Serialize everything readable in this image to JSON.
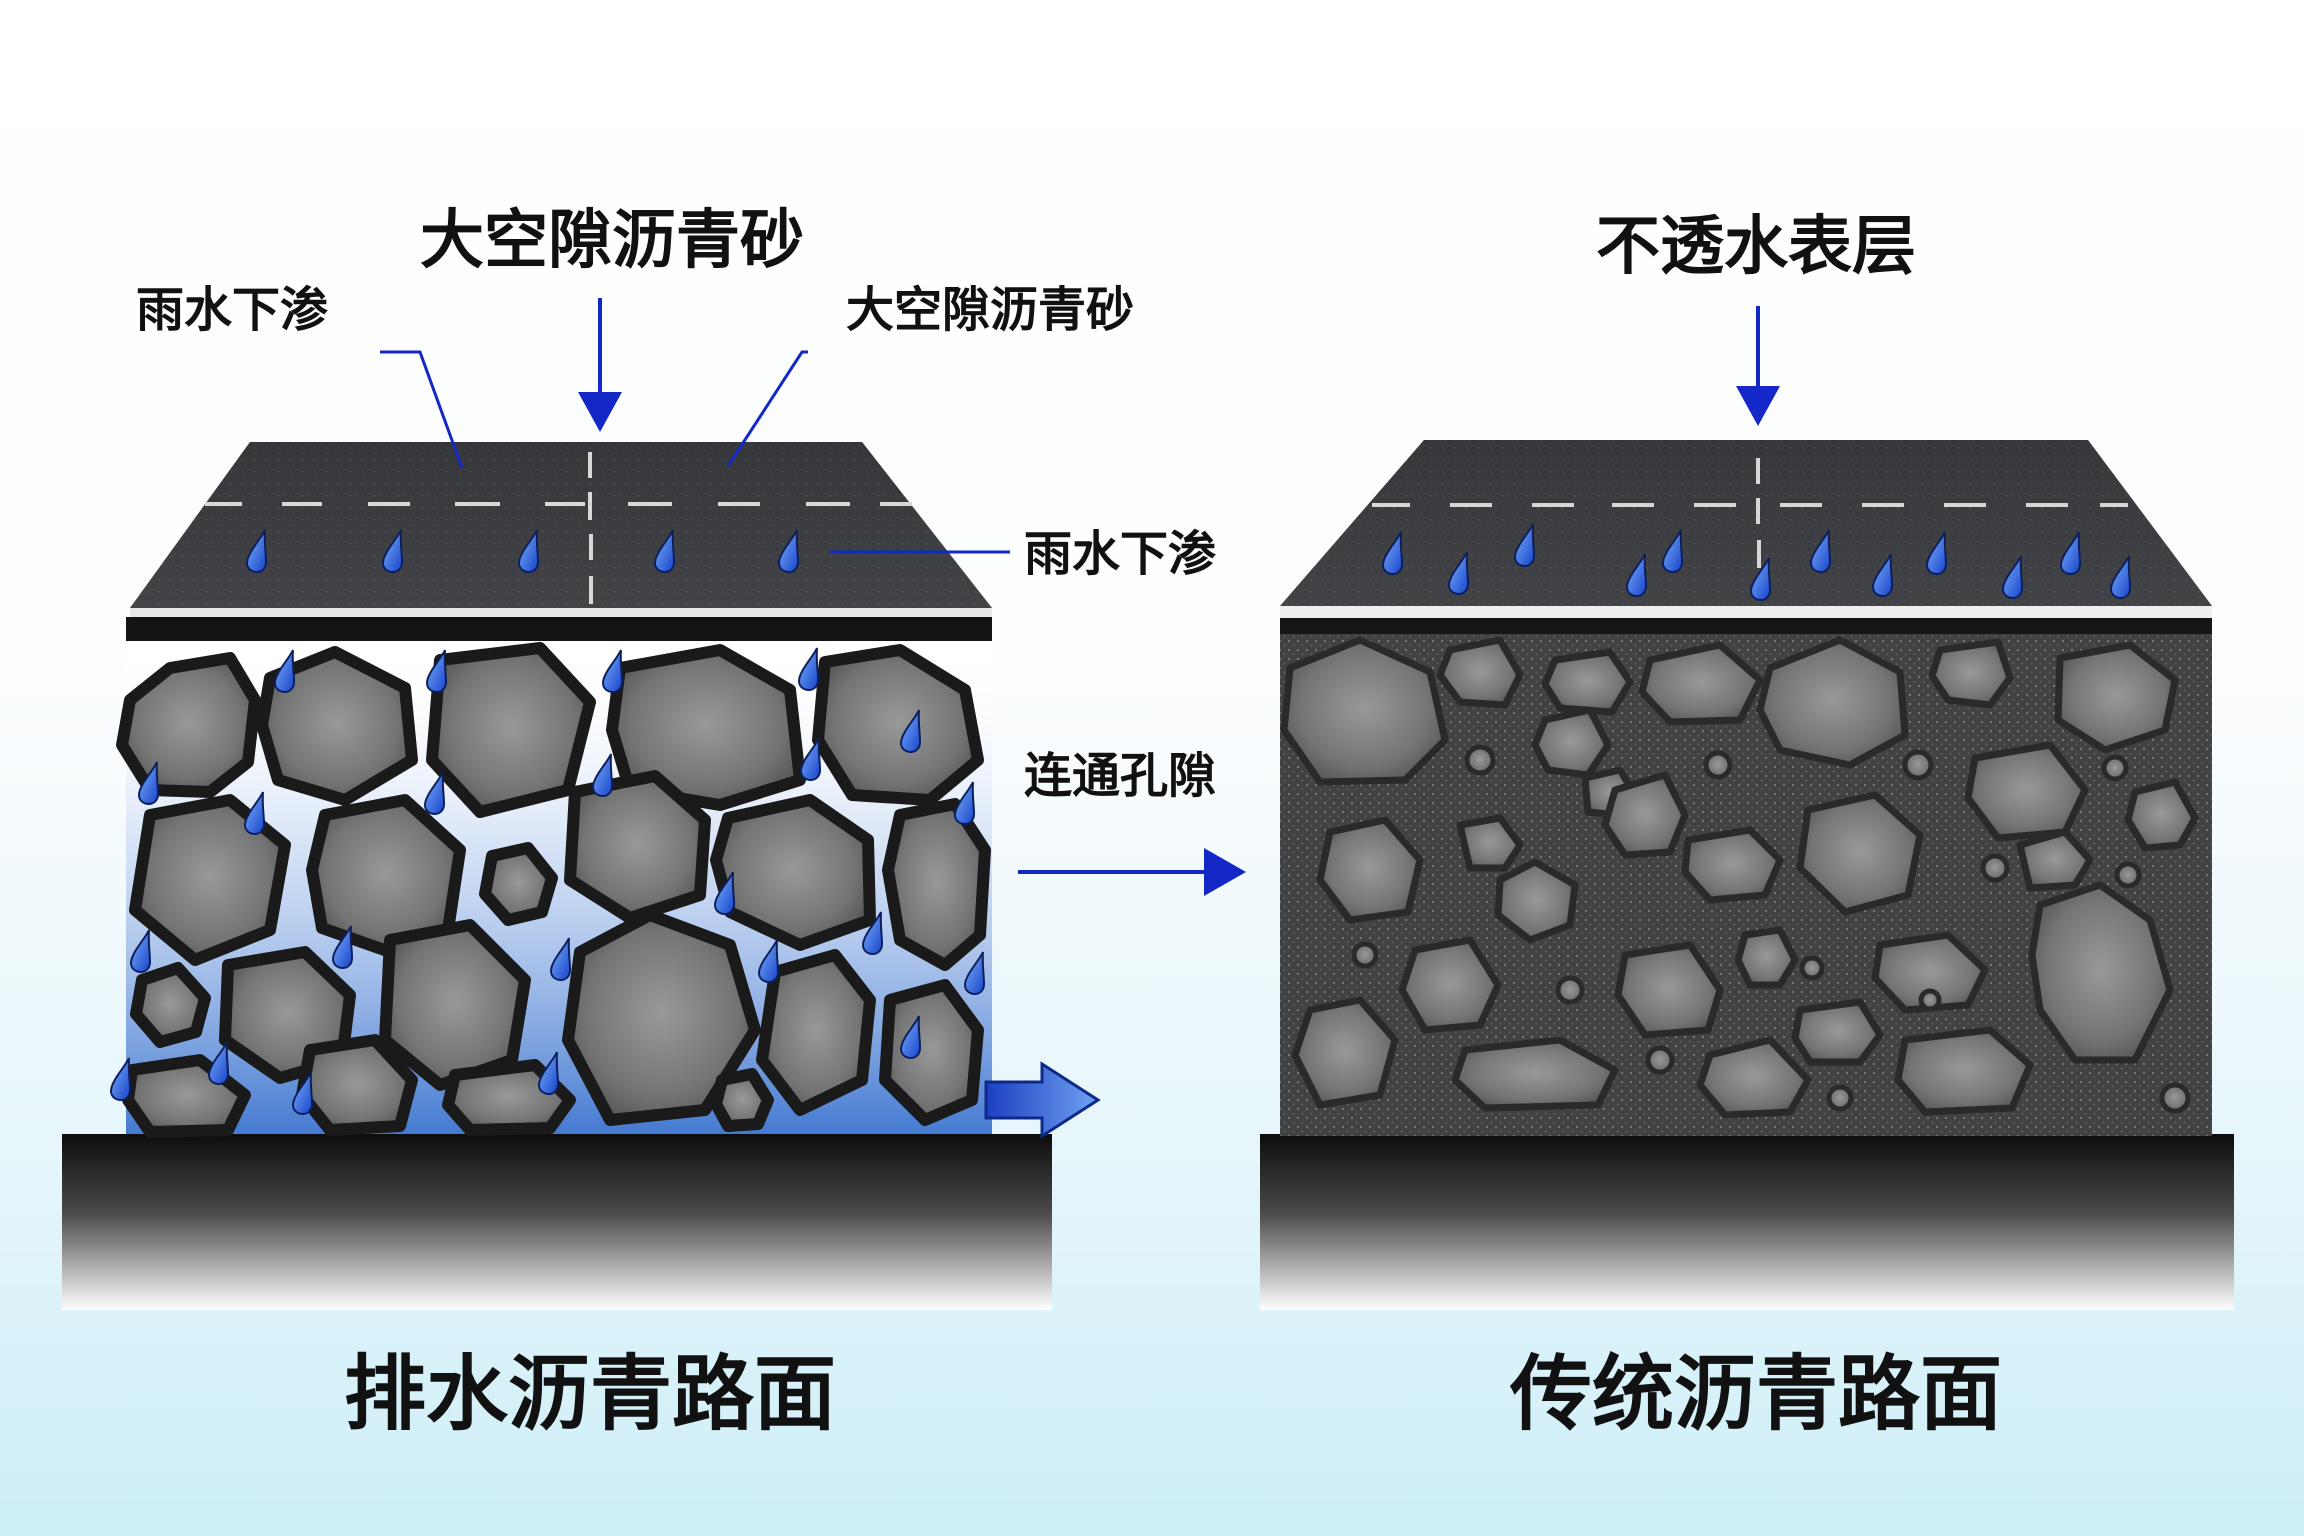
{
  "labels": {
    "left_main_title": "大空隙沥青砂",
    "left_top_left": "雨水下渗",
    "left_top_right": "大空隙沥青砂",
    "left_side_rain": "雨水下渗",
    "left_side_pores": "连通孔隙",
    "left_caption": "排水沥青路面",
    "right_main_title": "不透水表层",
    "right_caption": "传统沥青路面"
  },
  "colors": {
    "accent_blue": "#1428c8",
    "water_blue": "#1f6be0",
    "asphalt": "#3a3c3f",
    "stone": "#6c6c6c",
    "stone_outline": "#1a1a1a"
  }
}
